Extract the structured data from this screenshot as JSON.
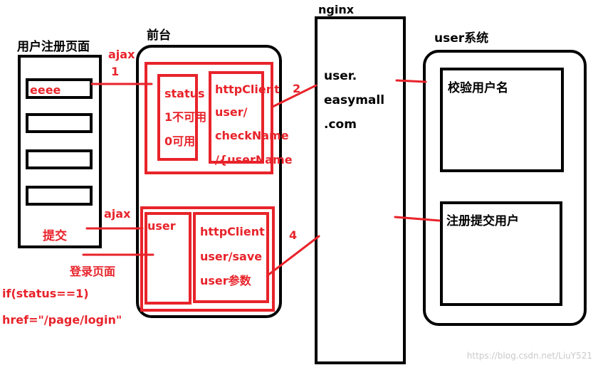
{
  "register_page": {
    "title": "用户注册页面",
    "username_value": "eeee",
    "submit_label": "提交",
    "ajax_label": "ajax",
    "ajax_step": "1",
    "ajax_submit_label": "ajax"
  },
  "login_redirect": {
    "label": "登录页面",
    "condition": "if(status==1)",
    "href": "href=\"/page/login\""
  },
  "frontend": {
    "title": "前台",
    "check": {
      "status_title": "status",
      "status_unavailable": "1不可用",
      "status_available": "0可用",
      "http_title": "httpClient",
      "path_line1": "user/",
      "path_line2": "checkName",
      "path_line3": "/{userName",
      "step": "2"
    },
    "save": {
      "user_title": "user",
      "http_title": "httpClient",
      "path": "user/save",
      "params": "user参数",
      "step": "4"
    }
  },
  "nginx": {
    "title": "nginx",
    "host_line1": "user.",
    "host_line2": "easymall",
    "host_line3": ".com"
  },
  "user_system": {
    "title": "user系统",
    "check_username": "校验用户名",
    "register_user": "注册提交用户"
  },
  "watermark": "https://blog.csdn.net/LiuY521",
  "colors": {
    "outline": "#000000",
    "highlight": "#e8232a"
  }
}
